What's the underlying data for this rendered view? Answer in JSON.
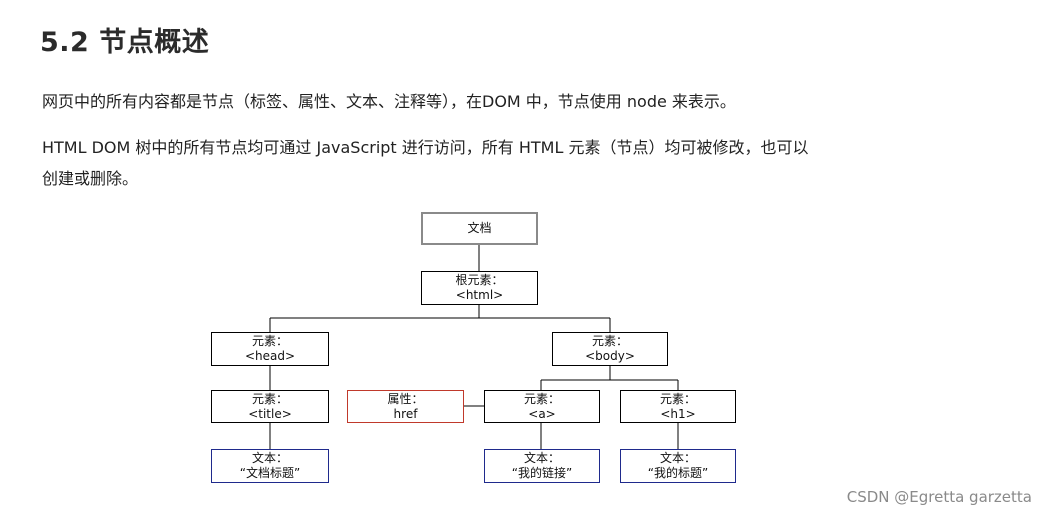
{
  "heading": "5.2 节点概述",
  "paragraphs": {
    "p1": "网页中的所有内容都是节点（标签、属性、文本、注释等），在DOM 中，节点使用 node 来表示。",
    "p2_line1": "HTML DOM 树中的所有节点均可通过 JavaScript 进行访问，所有 HTML 元素（节点）均可被修改，也可以",
    "p2_line2": "创建或删除。"
  },
  "diagram": {
    "document": {
      "label": "文档"
    },
    "root": {
      "line1": "根元素：",
      "line2": "<html>"
    },
    "head": {
      "line1": "元素：",
      "line2": "<head>"
    },
    "body": {
      "line1": "元素：",
      "line2": "<body>"
    },
    "title": {
      "line1": "元素：",
      "line2": "<title>"
    },
    "attr_href": {
      "line1": "属性：",
      "line2": "href"
    },
    "a": {
      "line1": "元素：",
      "line2": "<a>"
    },
    "h1": {
      "line1": "元素：",
      "line2": "<h1>"
    },
    "text_title": {
      "line1": "文本：",
      "line2": "“文档标题”"
    },
    "text_a": {
      "line1": "文本：",
      "line2": "“我的链接”"
    },
    "text_h1": {
      "line1": "文本：",
      "line2": "“我的标题”"
    },
    "colors": {
      "line": "#000000",
      "doc_border": "#8a8a8a",
      "attr_border": "#c0392b",
      "text_border": "#1f2a8c"
    }
  },
  "watermark": "CSDN @Egretta garzetta"
}
